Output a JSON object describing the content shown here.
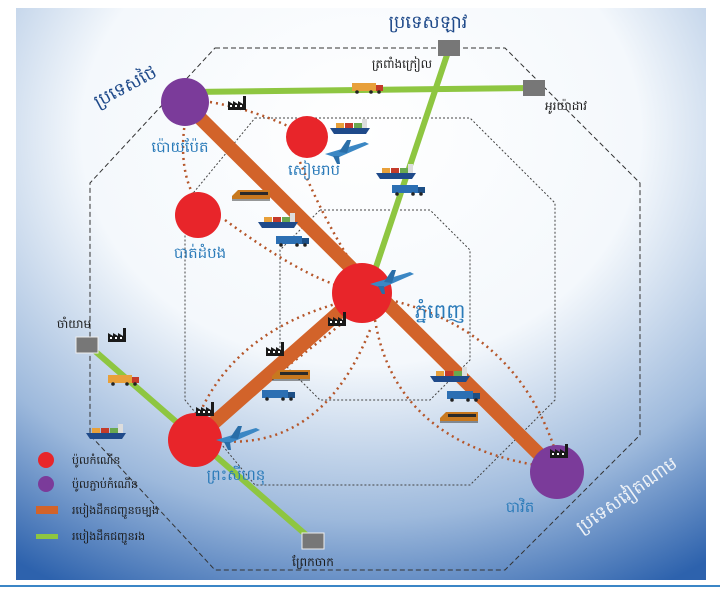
{
  "colors": {
    "growth_pole": "#e8252a",
    "connecting_pole": "#7b3b9a",
    "main_corridor": "#d2632a",
    "secondary_corridor": "#8ec641",
    "city_label": "#2b7bb9",
    "border_label": "#eef2f7",
    "checkpoint": "#777777",
    "dotted_link": "#b5562a",
    "caption_rule": "#3b86c6"
  },
  "countries": {
    "thailand": "ប្រទេសថៃ",
    "laos": "ប្រទេសឡាវ",
    "vietnam": "ប្រទេសវៀតណាម"
  },
  "cities": {
    "phnom_penh": "ភ្នំពេញ",
    "poipet": "ប៉ោយប៉ែត",
    "siem_reap": "សៀមរាប",
    "battambang": "បាត់ដំបង",
    "sihanoukville": "ព្រះសីហនុ",
    "bavet": "បាវិត"
  },
  "checkpoints": {
    "trapeang_kreal": "ត្រពាំងក្រៀល",
    "oyadav": "អូរយ៉ាដាវ",
    "cham_yeam": "ចាំយាម",
    "prek_chak": "ព្រែកចាក"
  },
  "legend": {
    "growth_pole": "ប៉ូលកំណើន",
    "connecting_pole": "ប៉ូលភ្ជាប់កំណើន",
    "main_corridor": "របៀងដឹកជញ្ជូនចម្បង",
    "secondary_corridor": "របៀងដឹកជញ្ជូនរង"
  },
  "icons": {
    "factory": "factory-icon",
    "truck": "truck-icon",
    "train": "train-icon",
    "ship": "cargo-ship-icon",
    "plane": "airplane-icon"
  }
}
